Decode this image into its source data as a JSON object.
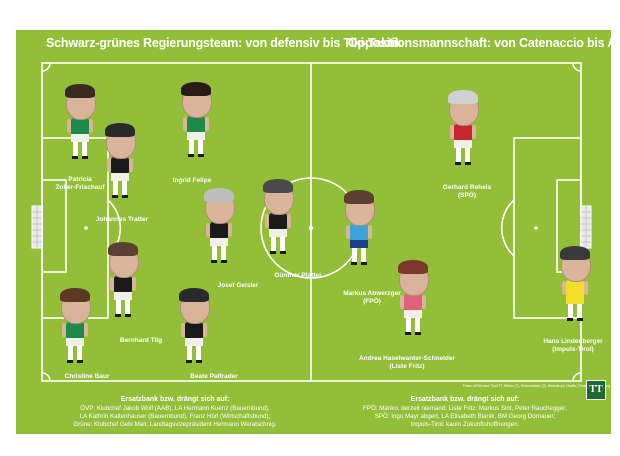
{
  "title_left": "Schwarz-grünes Regierungsteam: von defensiv bis Tiki-Taktik",
  "title_right": "Oppositionsmannschaft: von Catenaccio bis Angriff",
  "colors": {
    "pitch": "#93bf38",
    "lines": "#ffffff",
    "govt_shirt_green": "#1e8a4a",
    "govt_shirt_black": "#1a1a1a",
    "fpoe_shirt": "#3aa4d8",
    "spoe_shirt": "#c8262d",
    "liste_fritz_shirt": "#e0627a",
    "impuls_shirt": "#f2df2a"
  },
  "players": [
    {
      "key": "zoller",
      "name_lines": [
        "Patricia",
        "Zoller-Frischauf"
      ],
      "shirt": "#1e8a4a",
      "shorts": "#f0efe8",
      "hair": "#3b2a20"
    },
    {
      "key": "tratter",
      "name_lines": [
        "Johannes Tratter"
      ],
      "shirt": "#1a1a1a",
      "shorts": "#f0efe8",
      "hair": "#2a2a2a"
    },
    {
      "key": "felipe",
      "name_lines": [
        "Ingrid Felipe"
      ],
      "shirt": "#1e8a4a",
      "shorts": "#f0efe8",
      "hair": "#2a1a14"
    },
    {
      "key": "geisler",
      "name_lines": [
        "Josef Geisler"
      ],
      "shirt": "#1a1a1a",
      "shorts": "#f0efe8",
      "hair": "#bdbdbd"
    },
    {
      "key": "platter",
      "name_lines": [
        "Günther Platter"
      ],
      "shirt": "#1a1a1a",
      "shorts": "#f0efe8",
      "hair": "#4a4a4a"
    },
    {
      "key": "tilg",
      "name_lines": [
        "Bernhard Tilg"
      ],
      "shirt": "#1a1a1a",
      "shorts": "#f0efe8",
      "hair": "#5a4030"
    },
    {
      "key": "baur",
      "name_lines": [
        "Christine Baur"
      ],
      "shirt": "#1e8a4a",
      "shorts": "#f0efe8",
      "hair": "#5a3a22"
    },
    {
      "key": "palfrader",
      "name_lines": [
        "Beate Palfrader"
      ],
      "shirt": "#1a1a1a",
      "shorts": "#f0efe8",
      "hair": "#2a2a2a"
    },
    {
      "key": "abwerzger",
      "name_lines": [
        "Markus Abwerzger",
        "(FPÖ)"
      ],
      "shirt": "#3aa4d8",
      "shorts": "#1a3f8a",
      "hair": "#5a4030"
    },
    {
      "key": "reheis",
      "name_lines": [
        "Gerhard Reheis",
        "(SPÖ)"
      ],
      "shirt": "#c8262d",
      "shorts": "#f0efe8",
      "hair": "#d0d0d0"
    },
    {
      "key": "haselwanter",
      "name_lines": [
        "Andrea Haselwanter-Schneider",
        "(Liste Fritz)"
      ],
      "shirt": "#e0627a",
      "shorts": "#f0efe8",
      "hair": "#7a3a2a"
    },
    {
      "key": "lindenberger",
      "name_lines": [
        "Hans Lindenberger",
        "(Impuls-Tirol)"
      ],
      "shirt": "#f2df2a",
      "shorts": "#f2df2a",
      "hair": "#3a3a3a"
    }
  ],
  "bench_left": {
    "heading": "Ersatzbank bzw. drängt sich auf:",
    "lines": [
      "ÖVP: Klubchef Jakob Wolf (AAB), LA Hermann Kuenz (Bauernbund),",
      "LA Kathrin Kaltenhauser (Bauernbund), Franz Hörl (Wirtschaftsbund);",
      "Grüne: Klubchef Gebi Mair, Landtagsvizepräsident Hermann Weratschnig."
    ]
  },
  "bench_right": {
    "heading": "Ersatzbank bzw. drängt sich auf:",
    "lines": [
      "FPÖ: Manko, derzeit niemand; Liste Fritz: Markus Sint, Peter Rauchegger;",
      "SPÖ: Ingo Mayr abgert, LA Elisabeth Blanik, BM Georg Dornauer;",
      "Impuls-Tirol: kaum Zukunftshoffnungen."
    ]
  },
  "credit": "Fotos: APA/Land Tirol/TT, Böhm (7), Reiterstatter (2), Weisskopf; Grafik: Tiroler Tageszeitung",
  "logo_text": "TT"
}
